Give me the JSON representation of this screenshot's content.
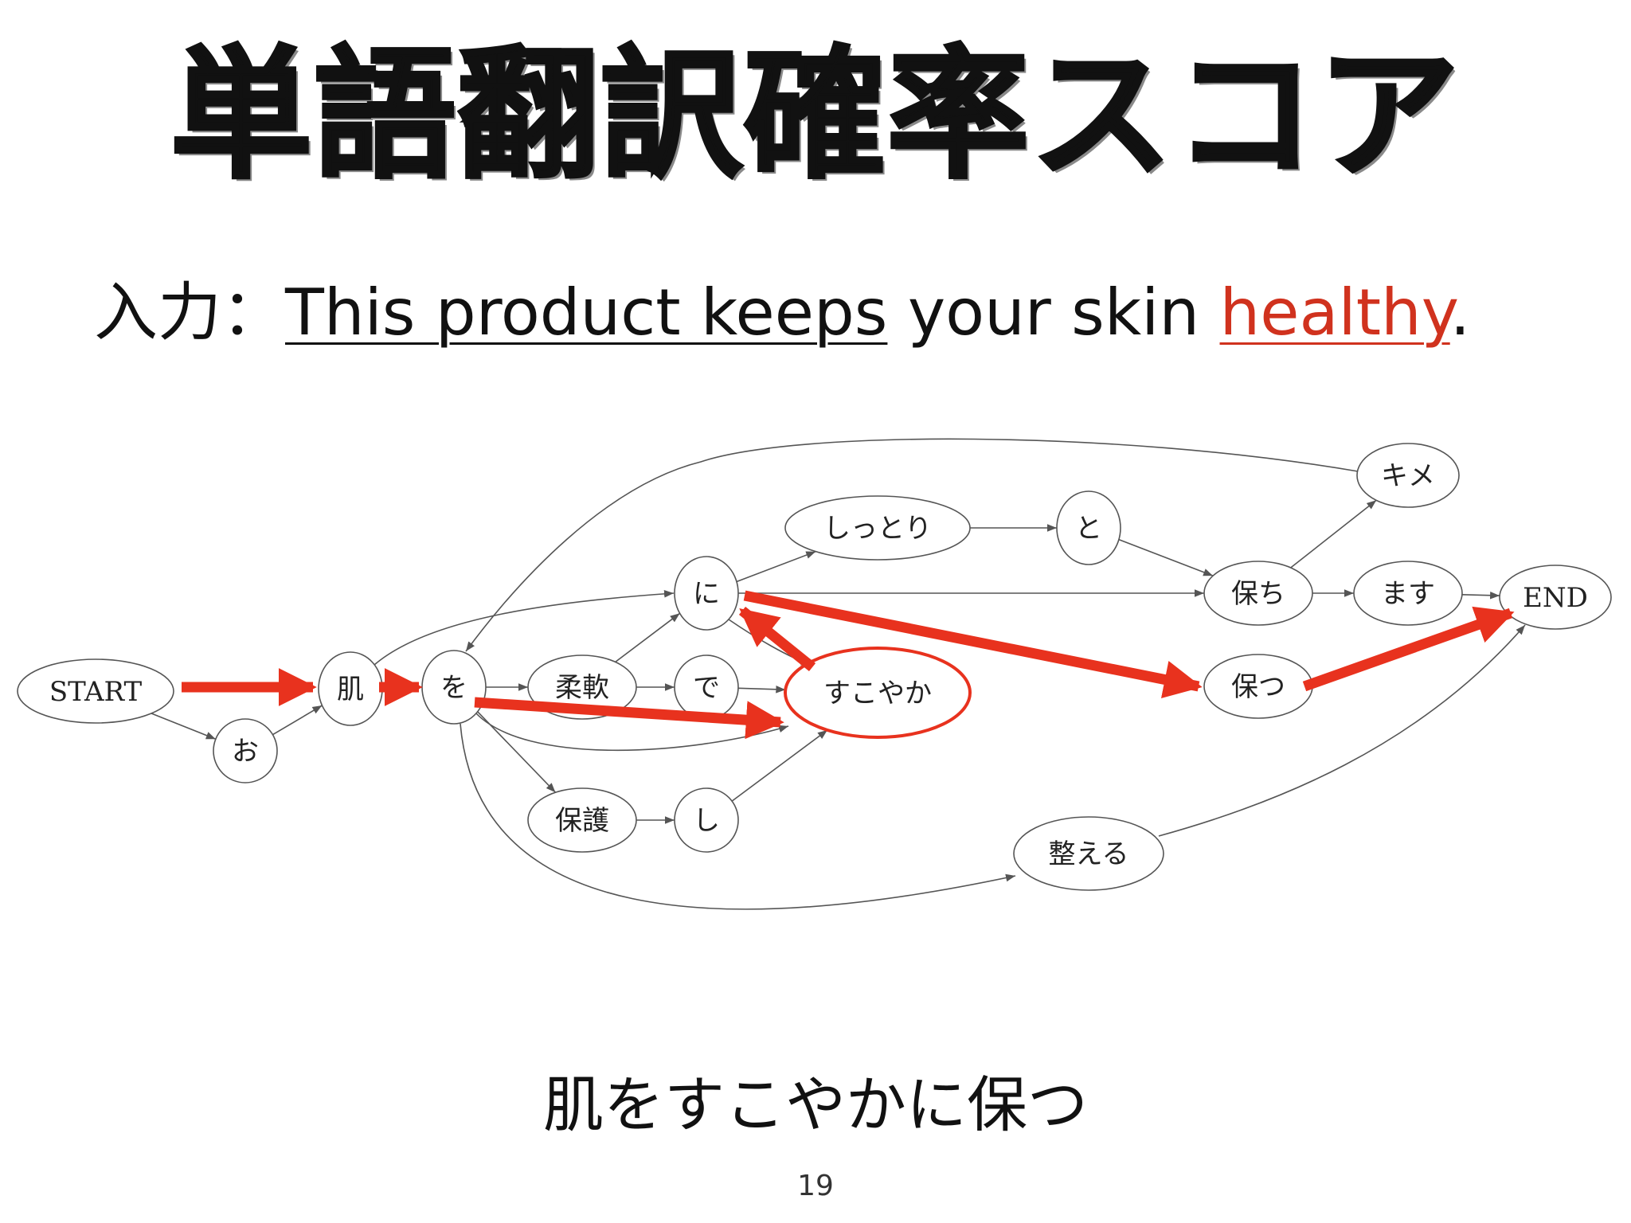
{
  "slide": {
    "title": "単語翻訳確率スコア",
    "page_number": "19"
  },
  "input": {
    "label": "入力：",
    "underlined_black": "This product keeps",
    "plain": " your skin ",
    "underlined_red": "healthy",
    "period": "."
  },
  "output": {
    "text": "肌をすこやかに保つ"
  },
  "colors": {
    "highlight": "#e8321e",
    "edge": "#555555",
    "node_stroke": "#555555"
  },
  "graph": {
    "nodes": [
      {
        "id": "start",
        "label": "START"
      },
      {
        "id": "o",
        "label": "お"
      },
      {
        "id": "hada",
        "label": "肌"
      },
      {
        "id": "wo",
        "label": "を"
      },
      {
        "id": "junan",
        "label": "柔軟"
      },
      {
        "id": "de",
        "label": "で"
      },
      {
        "id": "hogo",
        "label": "保護"
      },
      {
        "id": "shi",
        "label": "し"
      },
      {
        "id": "ni",
        "label": "に"
      },
      {
        "id": "sukoyaka",
        "label": "すこやか",
        "highlighted": true
      },
      {
        "id": "shittori",
        "label": "しっとり"
      },
      {
        "id": "to",
        "label": "と"
      },
      {
        "id": "kime",
        "label": "キメ"
      },
      {
        "id": "tamochi",
        "label": "保ち"
      },
      {
        "id": "masu",
        "label": "ます"
      },
      {
        "id": "tamotsu",
        "label": "保つ"
      },
      {
        "id": "totonoeru",
        "label": "整える"
      },
      {
        "id": "end",
        "label": "END"
      }
    ],
    "edges": [
      {
        "from": "start",
        "to": "o"
      },
      {
        "from": "o",
        "to": "hada"
      },
      {
        "from": "hada",
        "to": "ni"
      },
      {
        "from": "wo",
        "to": "junan"
      },
      {
        "from": "wo",
        "to": "hogo"
      },
      {
        "from": "wo",
        "to": "sukoyaka"
      },
      {
        "from": "wo",
        "to": "totonoeru"
      },
      {
        "from": "kime",
        "to": "wo"
      },
      {
        "from": "junan",
        "to": "de"
      },
      {
        "from": "junan",
        "to": "ni"
      },
      {
        "from": "de",
        "to": "sukoyaka"
      },
      {
        "from": "hogo",
        "to": "shi"
      },
      {
        "from": "shi",
        "to": "sukoyaka"
      },
      {
        "from": "ni",
        "to": "shittori"
      },
      {
        "from": "ni",
        "to": "tamochi"
      },
      {
        "from": "ni",
        "to": "sukoyaka"
      },
      {
        "from": "shittori",
        "to": "to"
      },
      {
        "from": "to",
        "to": "tamochi"
      },
      {
        "from": "tamochi",
        "to": "kime"
      },
      {
        "from": "tamochi",
        "to": "masu"
      },
      {
        "from": "masu",
        "to": "end"
      },
      {
        "from": "totonoeru",
        "to": "end"
      }
    ],
    "highlight_path": [
      "start",
      "hada",
      "wo",
      "sukoyaka",
      "ni",
      "tamotsu",
      "end"
    ]
  }
}
